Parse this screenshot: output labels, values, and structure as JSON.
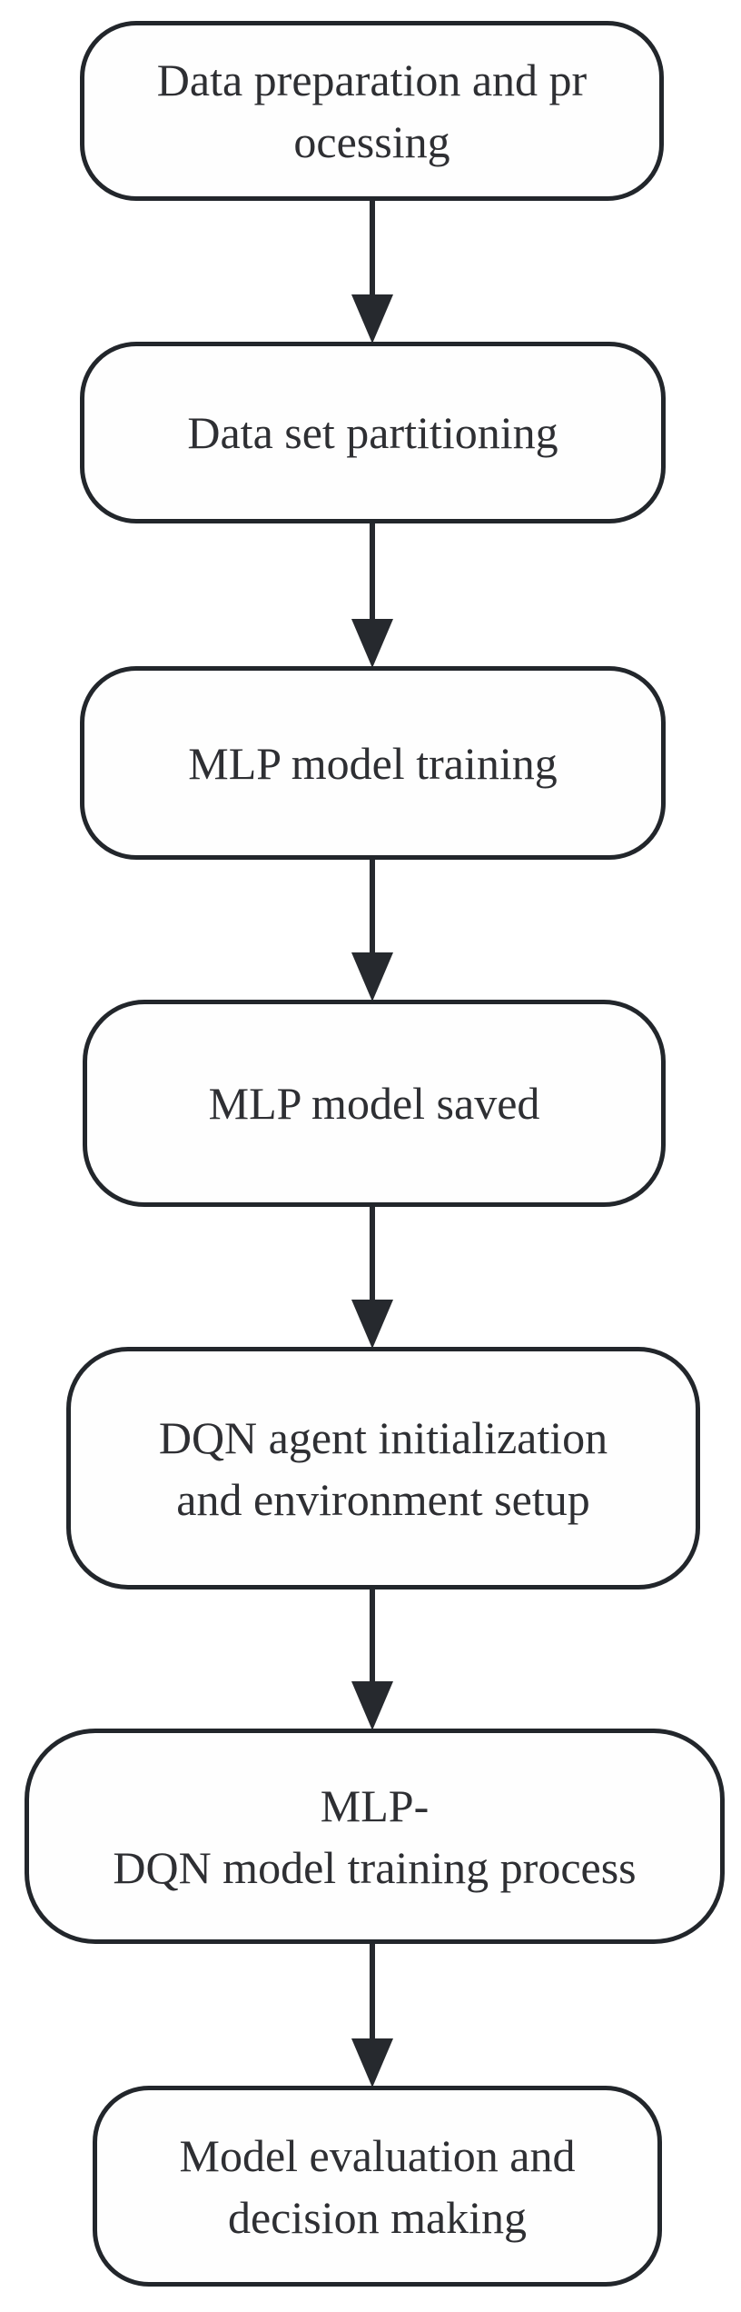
{
  "figure": {
    "type": "flowchart",
    "direction": "top-down"
  },
  "colors": {
    "line": "#22262b",
    "arrow": "#26292e",
    "text": "#2e2f33",
    "background": "#ffffff"
  },
  "nodes": [
    {
      "label": "Data preparation and pr\nocessing"
    },
    {
      "label": "Data set partitioning"
    },
    {
      "label": "MLP model training"
    },
    {
      "label": "MLP model saved"
    },
    {
      "label": "DQN agent initialization\nand environment setup"
    },
    {
      "label": "MLP-\nDQN model training process"
    },
    {
      "label": "Model evaluation and\ndecision making"
    }
  ],
  "edges": [
    {
      "from": 1,
      "to": 2
    },
    {
      "from": 2,
      "to": 3
    },
    {
      "from": 3,
      "to": 4
    },
    {
      "from": 4,
      "to": 5
    },
    {
      "from": 5,
      "to": 6
    },
    {
      "from": 6,
      "to": 7
    }
  ]
}
